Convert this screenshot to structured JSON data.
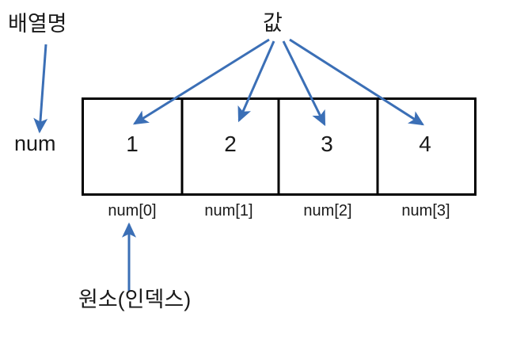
{
  "diagram": {
    "title_label": "배열명",
    "array_name": "num",
    "value_label": "값",
    "element_label": "원소(인덱스)",
    "accent_color": "#3B6FB6",
    "line_color": "#000000",
    "array": {
      "cells": [
        {
          "value": "1",
          "index_label": "num[0]"
        },
        {
          "value": "2",
          "index_label": "num[1]"
        },
        {
          "value": "3",
          "index_label": "num[2]"
        },
        {
          "value": "4",
          "index_label": "num[3]"
        }
      ]
    },
    "arrows": [
      {
        "name": "array-name-arrow",
        "from": "배열명",
        "to": "num"
      },
      {
        "name": "value-arrow-0",
        "from": "값",
        "to": "num[0]"
      },
      {
        "name": "value-arrow-1",
        "from": "값",
        "to": "num[1]"
      },
      {
        "name": "value-arrow-2",
        "from": "값",
        "to": "num[2]"
      },
      {
        "name": "value-arrow-3",
        "from": "값",
        "to": "num[3]"
      },
      {
        "name": "element-arrow",
        "from": "원소(인덱스)",
        "to": "num[0]"
      }
    ]
  }
}
